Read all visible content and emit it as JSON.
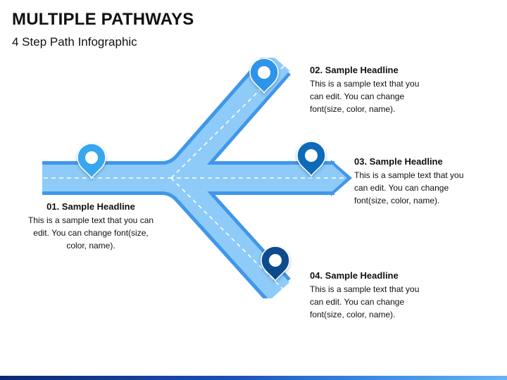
{
  "title": "MULTIPLE PATHWAYS",
  "subtitle": "4 Step Path Infographic",
  "steps": [
    {
      "number": "01",
      "headline": "01. Sample Headline",
      "text": "This is a sample text that you can edit. You can change font(size, color, name).",
      "pin_color": "#39a6f0"
    },
    {
      "number": "02",
      "headline": "02. Sample Headline",
      "text": "This is a sample text that you can edit. You can change font(size, color, name).",
      "pin_color": "#2f93ea"
    },
    {
      "number": "03",
      "headline": "03. Sample Headline",
      "text": "This is a sample text that you can edit. You can change font(size, color, name).",
      "pin_color": "#0d6ab8"
    },
    {
      "number": "04",
      "headline": "04. Sample Headline",
      "text": "This is a sample text that you can edit. You can change font(size, color, name).",
      "pin_color": "#0a4c8c"
    }
  ],
  "colors": {
    "road_fill": "#8ecbf8",
    "road_edge": "#3f97ea",
    "road_center_line": "#ffffff"
  }
}
